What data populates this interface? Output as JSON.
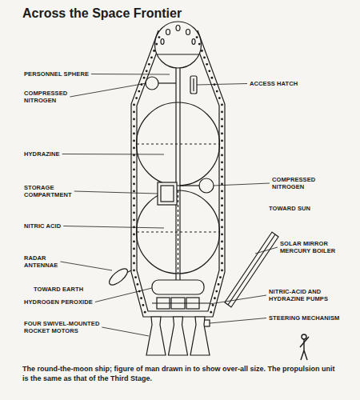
{
  "diagram": {
    "title": "Across the Space Frontier",
    "caption": "The round-the-moon ship; figure of man drawn in to show over-all size. The propulsion unit is the same as that of the Third Stage.",
    "labels": [
      "PERSONNEL SPHERE",
      "COMPRESSED NITROGEN",
      "ACCESS HATCH",
      "HYDRAZINE",
      "STORAGE COMPARTMENT",
      "COMPRESSED NITROGEN",
      "TOWARD SUN",
      "NITRIC ACID",
      "RADAR ANTENNAE",
      "SOLAR MIRROR MERCURY BOILER",
      "TOWARD EARTH",
      "HYDROGEN PEROXIDE",
      "NITRIC-ACID AND HYDRAZINE PUMPS",
      "STEERING MECHANISM",
      "FOUR SWIVEL-MOUNTED ROCKET MOTORS"
    ]
  }
}
